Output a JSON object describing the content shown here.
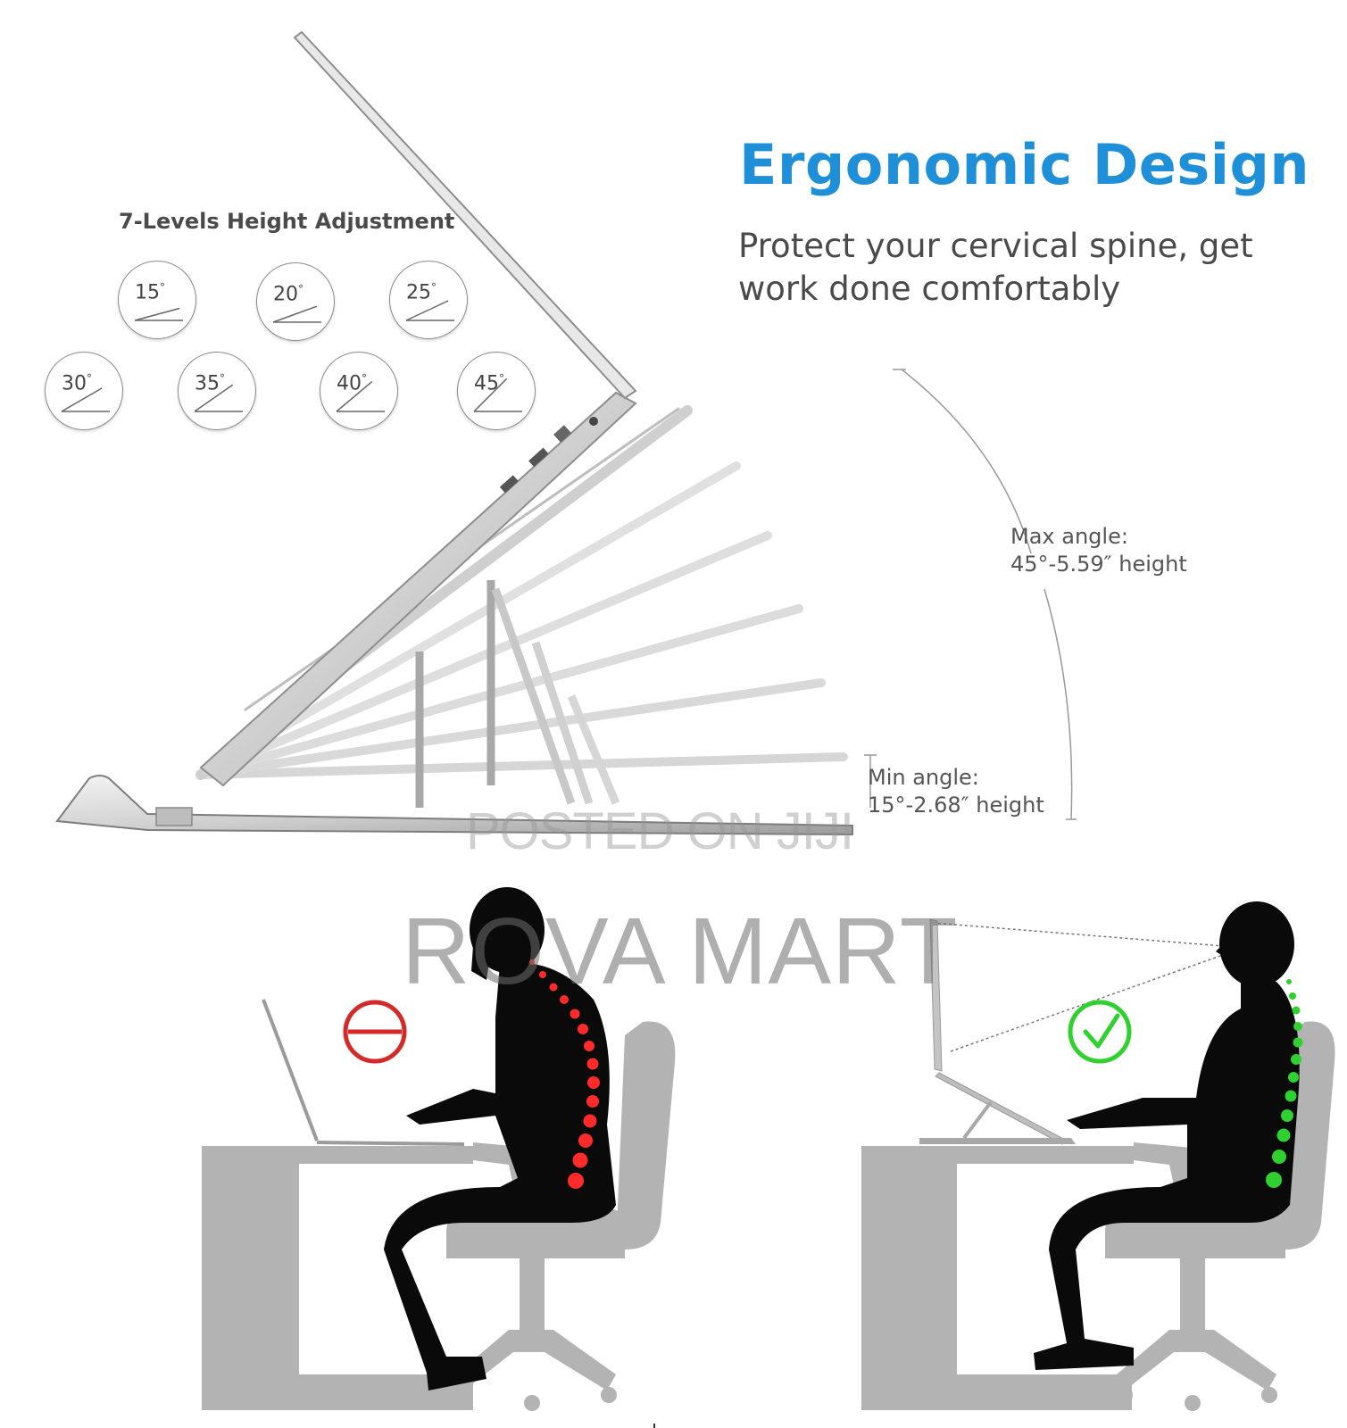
{
  "heading": {
    "title": "Ergonomic Design",
    "subtitle": "Protect your cervical spine, get work done comfortably"
  },
  "levels": {
    "title": "7-Levels Height Adjustment",
    "angles": [
      "15",
      "20",
      "25",
      "30",
      "35",
      "40",
      "45"
    ]
  },
  "max_angle": {
    "label": "Max angle:",
    "value": "45°-5.59″   height"
  },
  "min_angle": {
    "label": "Min angle:",
    "value": "15°-2.68″   height"
  },
  "watermarks": {
    "posted": "POSTED ON JIJI",
    "brand": "ROVA MART"
  },
  "colors": {
    "title_blue": "#1f8fd8",
    "wrong_red": "#d42a2a",
    "right_green": "#2fd02f",
    "furniture_gray": "#b3b3b3",
    "figure_black": "#0a0a0a"
  },
  "icons": {
    "wrong": "prohibited-icon",
    "right": "checkmark-icon"
  }
}
